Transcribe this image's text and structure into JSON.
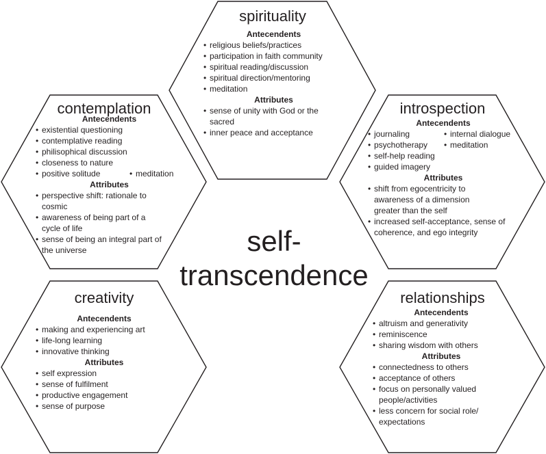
{
  "center_title": [
    "self-",
    "transcendence"
  ],
  "labels": {
    "antecedents": "Antecendents",
    "attributes": "Attributes"
  },
  "spirituality": {
    "title": "spirituality",
    "antecedents": [
      "religious beliefs/practices",
      "participation in faith community",
      "spiritual reading/discussion",
      "spiritual direction/mentoring",
      "meditation"
    ],
    "attributes": [
      "sense of unity with God or the sacred",
      "inner peace and acceptance"
    ]
  },
  "contemplation": {
    "title": "contemplation",
    "antecedents": [
      "existential questioning",
      "contemplative reading",
      "philisophical discussion",
      "closeness to nature",
      "positive solitude",
      "meditation"
    ],
    "attributes": [
      "perspective shift: rationale to cosmic",
      "awareness of being part of a cycle of life",
      "sense of being an integral part of the universe"
    ]
  },
  "introspection": {
    "title": "introspection",
    "antecedents": [
      "journaling",
      "internal dialogue",
      "psychotherapy",
      "meditation",
      "self-help reading",
      "guided imagery"
    ],
    "attributes": [
      "shift from egocentricity to awareness of a dimension greater than the self",
      "increased self-acceptance, sense of coherence, and ego integrity"
    ]
  },
  "creativity": {
    "title": "creativity",
    "antecedents": [
      "making and experiencing art",
      "life-long learning",
      "innovative thinking"
    ],
    "attributes": [
      "self expression",
      "sense of fulfilment",
      "productive engagement",
      "sense of purpose"
    ]
  },
  "relationships": {
    "title": "relationships",
    "antecedents": [
      "altruism and generativity",
      "reminiscence",
      "sharing wisdom with others"
    ],
    "attributes": [
      "connectedness to others",
      "acceptance of others",
      "focus on personally valued people/activities",
      "less concern for social role/ expectations"
    ]
  }
}
